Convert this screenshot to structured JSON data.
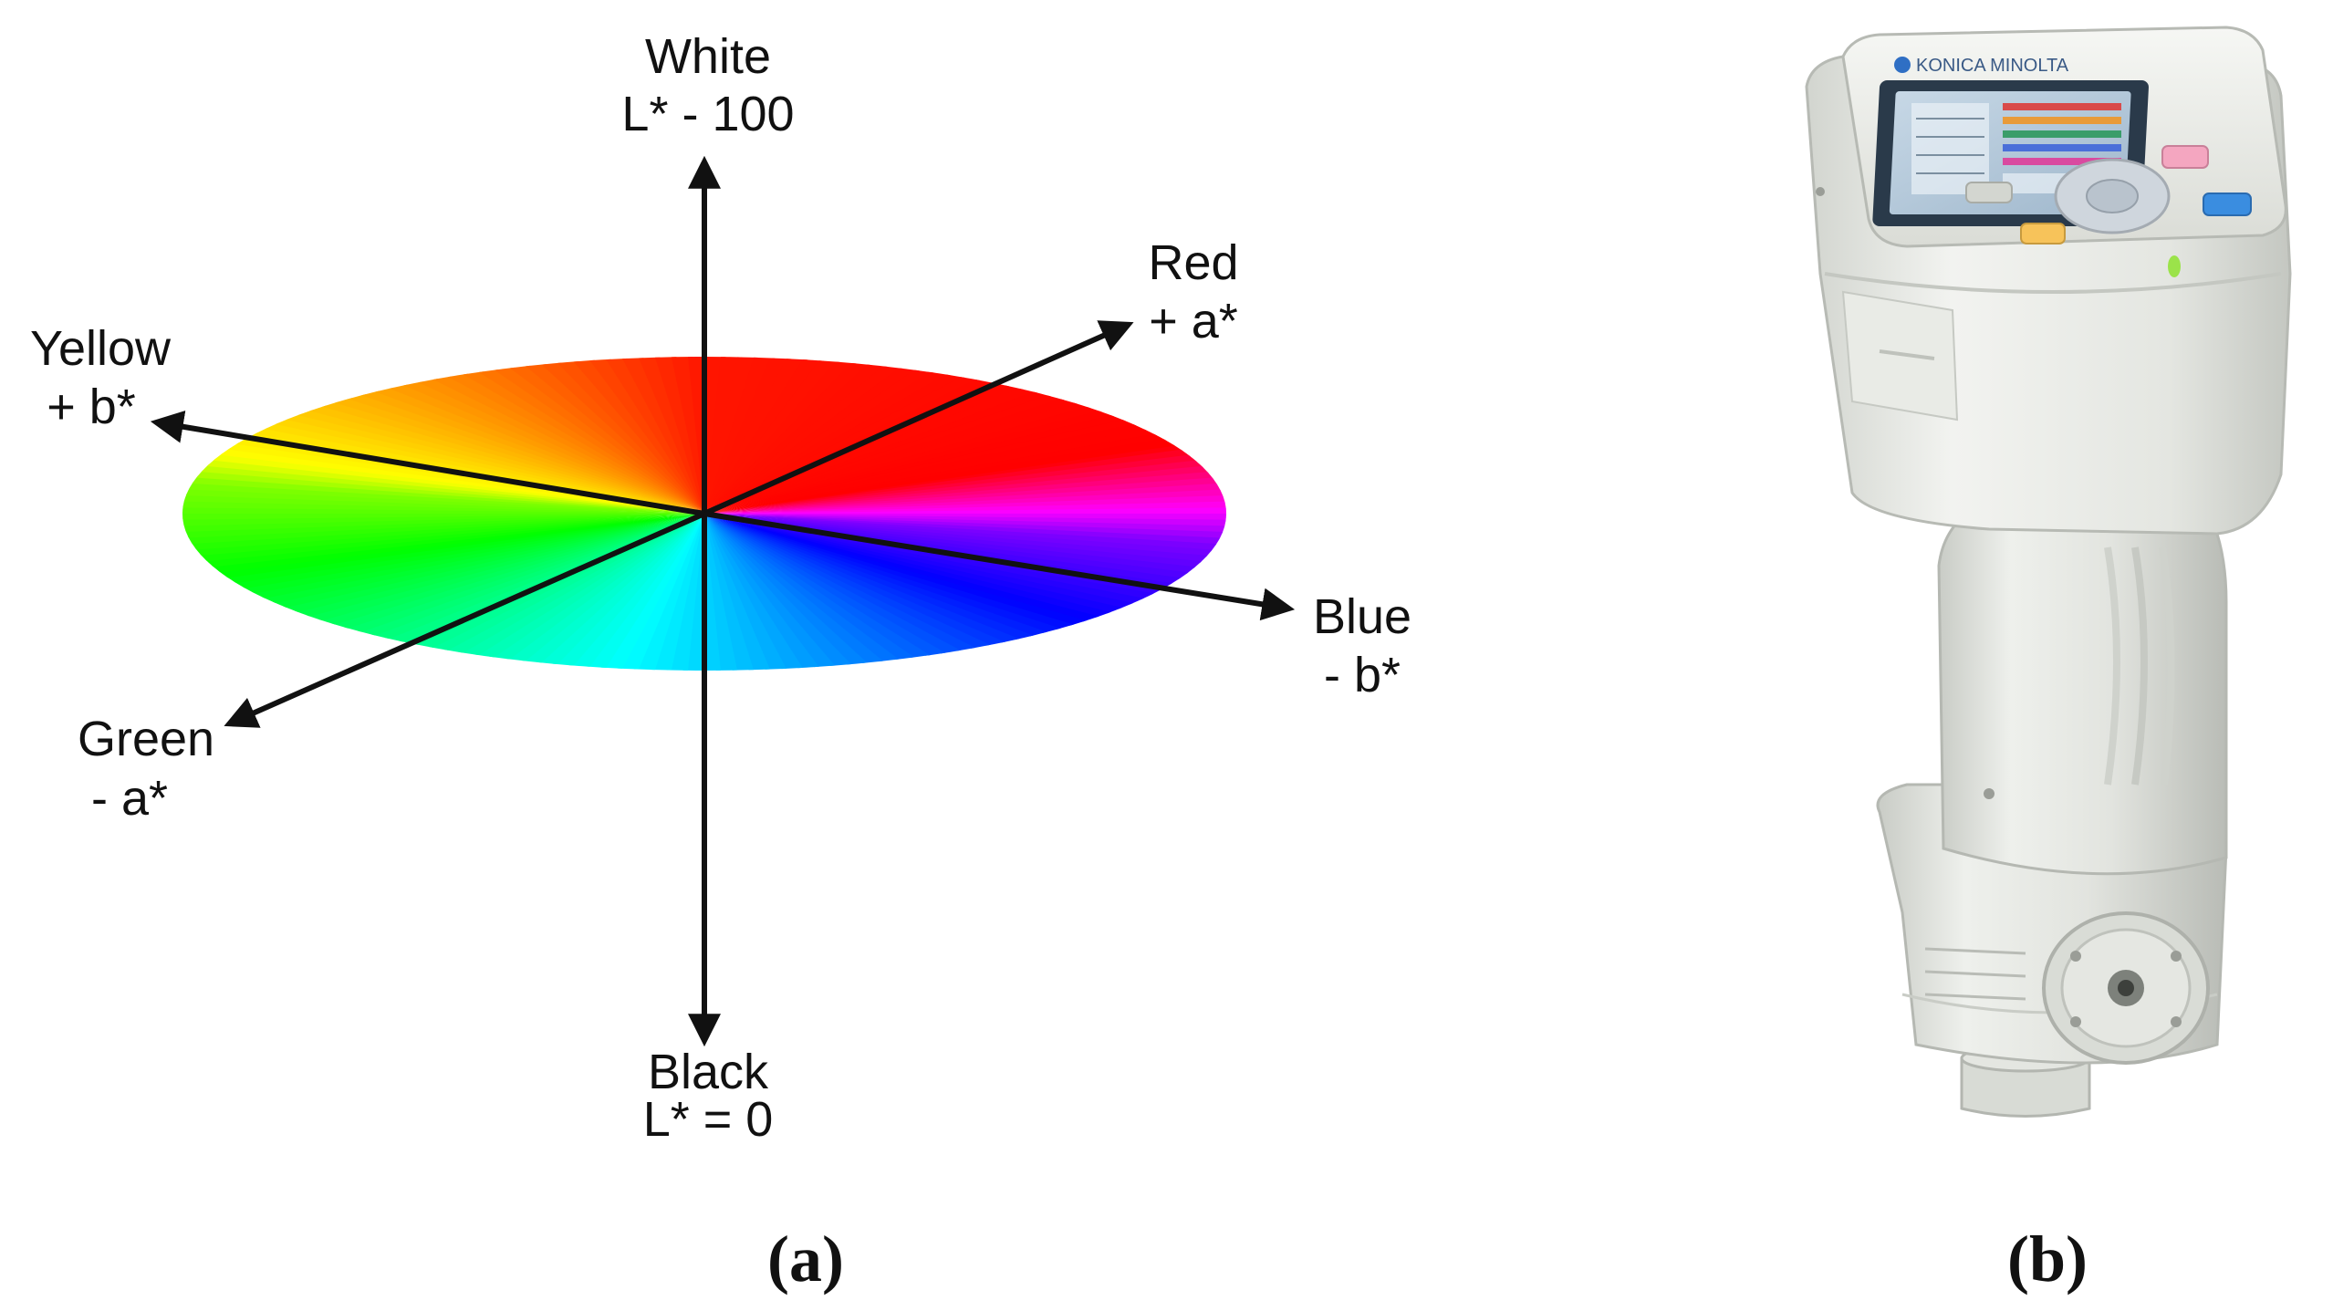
{
  "panel_a": {
    "axes": {
      "white_name": "White",
      "white_value": "L* - 100",
      "black_name": "Black",
      "black_value": "L* = 0",
      "red_name": "Red",
      "red_value": "+ a*",
      "green_name": "Green",
      "green_value": "- a*",
      "yellow_name": "Yellow",
      "yellow_value": "+ b*",
      "blue_name": "Blue",
      "blue_value": "- b*"
    },
    "caption": "(a)",
    "colors": {
      "axis_line": "#111111"
    }
  },
  "panel_b": {
    "device_brand": "KONICA MINOLTA",
    "caption": "(b)",
    "colors": {
      "body": "#e6e8e4",
      "screen_bezel": "#2a3a4a",
      "status_led": "#9be34a",
      "button_pink": "#f4a6c0",
      "button_yellow": "#f7c35a",
      "button_blue": "#3a8de0"
    }
  }
}
